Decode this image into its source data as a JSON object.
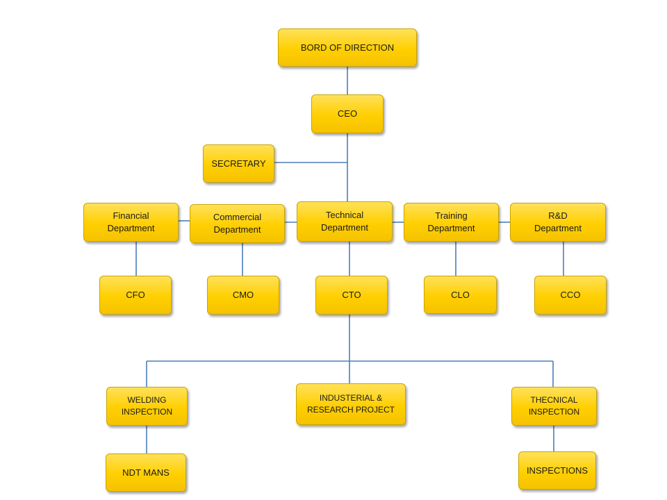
{
  "nodes": {
    "board": "BORD OF DIRECTION",
    "ceo": "CEO",
    "secretary": "SECRETARY",
    "financial": "Financial\nDepartment",
    "commercial": "Commercial\nDepartment",
    "technical": "Technical\nDepartment",
    "training": "Training\nDepartment",
    "rnd": "R&D\nDepartment",
    "cfo": "CFO",
    "cmo": "CMO",
    "cto": "CTO",
    "clo": "CLO",
    "cco": "CCO",
    "welding": "WELDING\nINSPECTION",
    "industrial": "INDUSTERIAL &\nRESEARCH PROJECT",
    "technical_inspection": "THECNICAL\nINSPECTION",
    "ndt": "NDT MANS",
    "inspections": "INSPECTIONS"
  },
  "colors": {
    "box_fill": "#ffcf00",
    "box_border": "#c9a400",
    "connector": "#4a7ebb"
  }
}
